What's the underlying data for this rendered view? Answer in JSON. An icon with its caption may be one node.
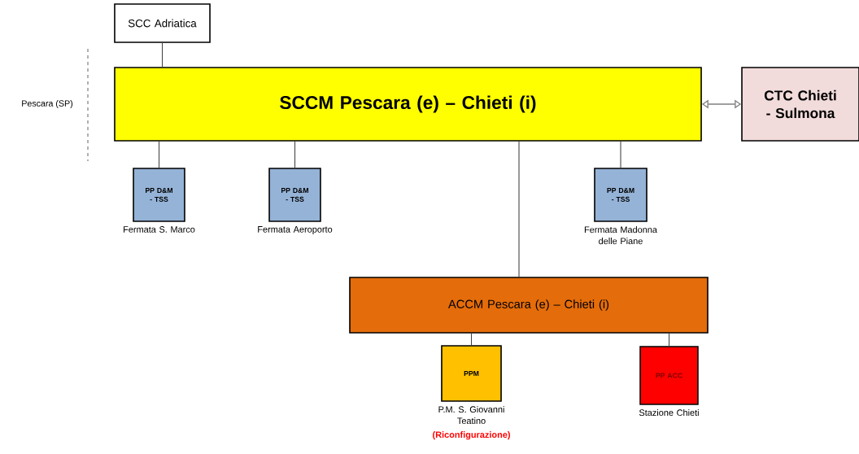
{
  "diagram": {
    "nodes": [
      {
        "text": [
          "SCC Adriatica"
        ]
      },
      {
        "text": [
          "SCCM Pescara (e) – Chieti (i)"
        ]
      },
      {
        "text": [
          "CTC Chieti - Sulmona"
        ]
      },
      {
        "text": [
          "PP D&M - TSS"
        ],
        "beside": [
          "Fermata S. Marco"
        ]
      },
      {
        "text": [
          "PP D&M - TSS"
        ],
        "beside": [
          "Fermata Aeroporto"
        ]
      },
      {
        "text": [
          "PP D&M - TSS"
        ],
        "beside": [
          "Fermata Madonna delle Piane"
        ]
      },
      {
        "text": [
          "ACCM Pescara (e) – Chieti (i)"
        ]
      },
      {
        "text": [
          "PPM"
        ],
        "beside": [
          "P.M. S. Giovanni Teatino",
          "(Riconfigurazione)"
        ]
      },
      {
        "text": [
          "PP ACC"
        ],
        "beside": [
          "Stazione Chieti"
        ]
      }
    ],
    "edges": [
      {
        "from": 0,
        "to": 1,
        "arrow": "none"
      },
      {
        "from": 1,
        "to": 2,
        "arrow": "both",
        "color": "#7f7f7f"
      },
      {
        "from": 1,
        "to": 3,
        "arrow": "none"
      },
      {
        "from": 1,
        "to": 4,
        "arrow": "none"
      },
      {
        "from": 1,
        "to": 5,
        "arrow": "none"
      },
      {
        "from": 1,
        "to": 6,
        "arrow": "none"
      },
      {
        "from": 6,
        "to": 7,
        "arrow": "none"
      },
      {
        "from": 6,
        "to": 8,
        "arrow": "none"
      }
    ],
    "labels": [
      "Pescara (SP)"
    ]
  }
}
